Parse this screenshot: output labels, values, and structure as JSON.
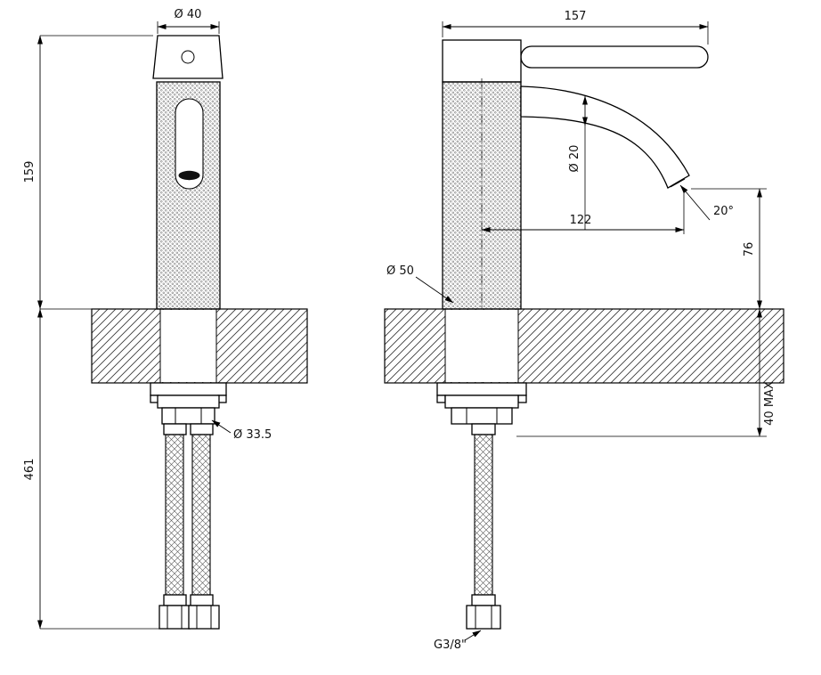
{
  "drawing": {
    "front_view": {
      "dim_top_diameter": "Ø 40",
      "dim_height_above": "159",
      "dim_height_below": "461",
      "dim_shank_diameter": "Ø 33.5"
    },
    "side_view": {
      "dim_overall_depth": "157",
      "dim_spout_diameter": "Ø 20",
      "dim_spout_reach": "122",
      "dim_spout_angle": "20°",
      "dim_spout_height": "76",
      "dim_body_diameter": "Ø 50",
      "dim_max_thickness": "40 MAX",
      "dim_hose_thread": "G3/8\""
    },
    "colors": {
      "line": "#000000",
      "background": "#ffffff",
      "dark_fill": "#111111"
    }
  }
}
